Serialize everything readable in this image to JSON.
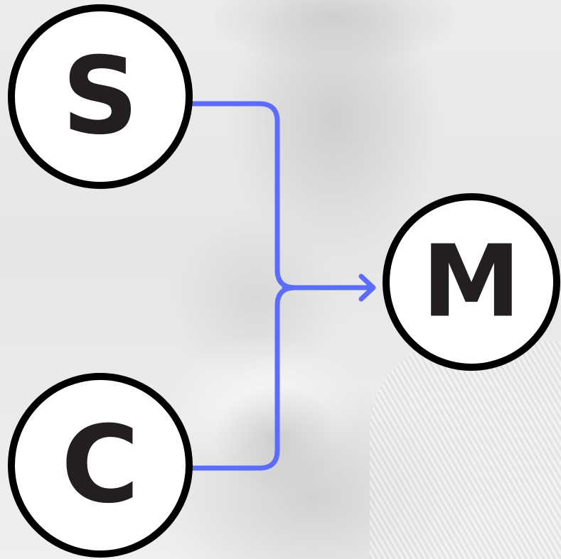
{
  "nodes": {
    "s": {
      "label": "S"
    },
    "c": {
      "label": "C"
    },
    "m": {
      "label": "M"
    }
  },
  "colors": {
    "connector": "#5b6cff",
    "node_fill": "#ffffff",
    "node_stroke": "#000000",
    "letter": "#231f20"
  }
}
